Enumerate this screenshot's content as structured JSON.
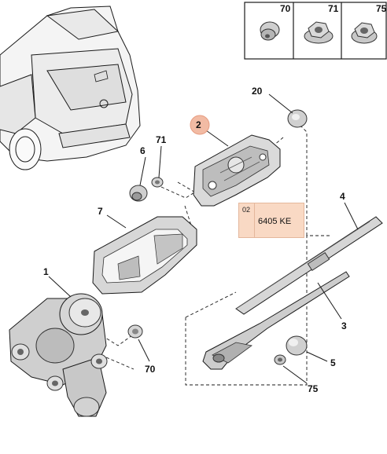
{
  "inset": {
    "labels": [
      "70",
      "71",
      "75"
    ]
  },
  "callouts": {
    "part_1": "1",
    "part_2": "2",
    "part_3": "3",
    "part_4": "4",
    "part_5": "5",
    "part_6": "6",
    "part_7": "7",
    "part_20": "20",
    "part_70": "70",
    "part_71": "71",
    "part_75": "75"
  },
  "reference": {
    "index": "02",
    "code": "6405 KE"
  },
  "colors": {
    "line": "#1a1a1a",
    "part_fill": "#d9d9d9",
    "part_dark": "#8c8c8c",
    "highlight": "#f2b8a0",
    "ref_fill": "#f9d9c4"
  }
}
